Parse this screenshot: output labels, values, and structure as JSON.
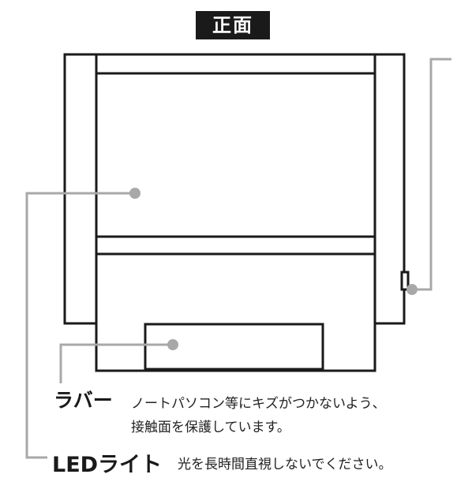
{
  "title": "正面",
  "callouts": {
    "rubber": {
      "name": "ラバー",
      "description_line1": "ノートパソコン等にキズがつかないよう、",
      "description_line2": "接触面を保護しています。"
    },
    "led": {
      "name": "LEDライト",
      "description": "光を長時間直視しないでください。"
    }
  },
  "colors": {
    "outline": "#1a1a1a",
    "leader": "#a8a8a8",
    "badge_bg": "#1a1a1a",
    "badge_text": "#ffffff"
  }
}
